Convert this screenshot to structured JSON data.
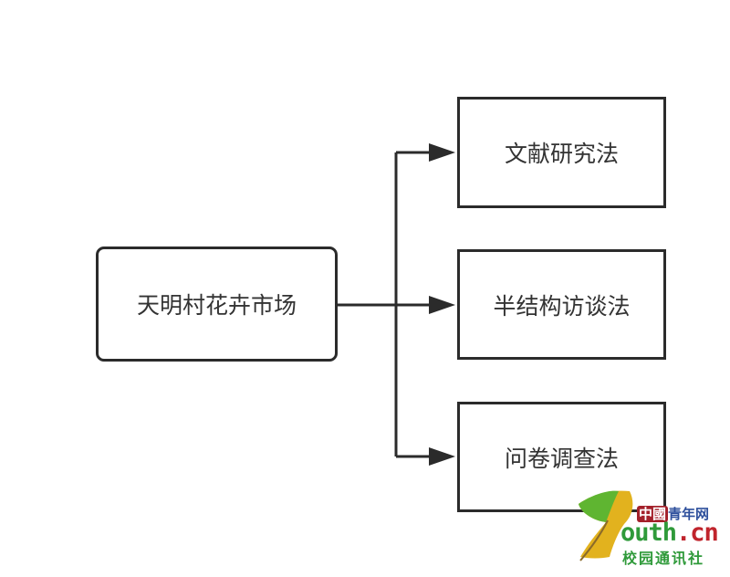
{
  "root": {
    "label": "天明村花卉市场"
  },
  "methods": [
    {
      "label": "文献研究法"
    },
    {
      "label": "半结构访谈法"
    },
    {
      "label": "问卷调查法"
    }
  ],
  "watermark": {
    "badge": "中國",
    "name": "青年网",
    "url_main": "outh",
    "url_dot": ".",
    "url_tld": "cn",
    "subtitle": "校园通讯社"
  },
  "colors": {
    "line": "#2b2b2b",
    "logo_green": "#2f9a3a",
    "logo_red": "#c0242c",
    "logo_blue": "#2d4f9c"
  }
}
